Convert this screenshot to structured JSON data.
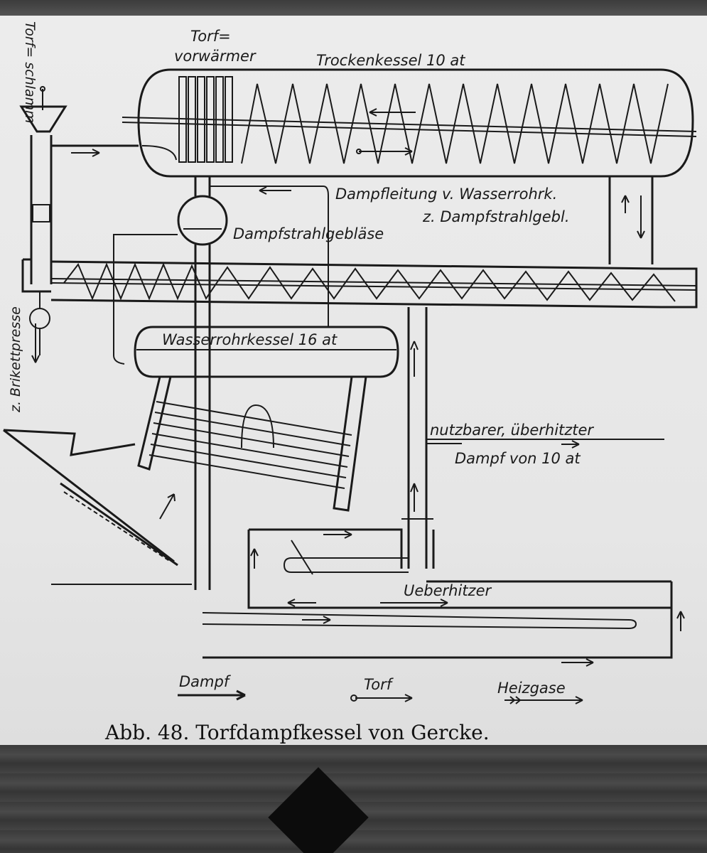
{
  "labels": {
    "torfschlamm": "Torf= schlamm",
    "torfvorwaermer_1": "Torf=",
    "torfvorwaermer_2": "vorwärmer",
    "trockenkessel": "Trockenkessel 10 at",
    "dampfleitung_1": "Dampfleitung v. Wasserrohrk.",
    "dampfleitung_2": "z. Dampfstrahlgebl.",
    "dampfstrahlgeblaese": "Dampfstrahlgebläse",
    "brikettpresse": "z. Brikettpresse",
    "wasserrohrkessel": "Wasserrohrkessel 16 at",
    "nutzbarer_1": "nutzbarer, überhitzter",
    "nutzbarer_2": "Dampf von 10 at",
    "ueberhitzer": "Ueberhitzer"
  },
  "legend": {
    "dampf": "Dampf",
    "torf": "Torf",
    "heizgase": "Heizgase"
  },
  "caption": "Abb. 48.  Torfdampfkessel von Gercke."
}
